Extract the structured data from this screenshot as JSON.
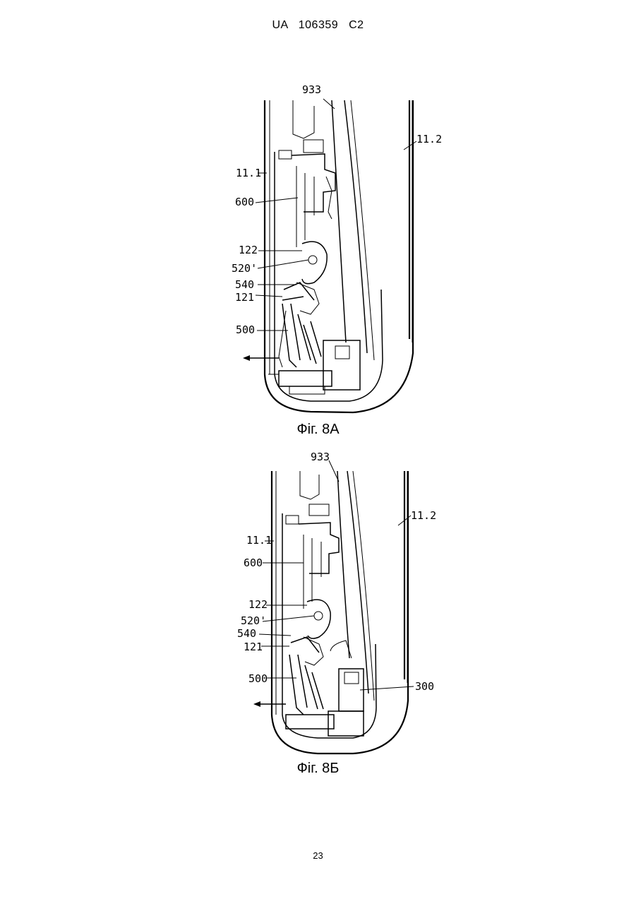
{
  "header": {
    "country": "UA",
    "number": "106359",
    "kind": "C2"
  },
  "figures": [
    {
      "caption": "Фіг. 8А",
      "labels": {
        "l933": "933",
        "l112": "11.2",
        "l111": "11.1",
        "l600": "600",
        "l122": "122",
        "l520": "520'",
        "l540": "540",
        "l121": "121",
        "l500": "500"
      }
    },
    {
      "caption": "Фіг. 8Б",
      "labels": {
        "l933": "933",
        "l112": "11.2",
        "l111": "11.1",
        "l600": "600",
        "l122": "122",
        "l520": "520'",
        "l540": "540",
        "l121": "121",
        "l500": "500",
        "l300": "300"
      }
    }
  ],
  "page_number": "23"
}
